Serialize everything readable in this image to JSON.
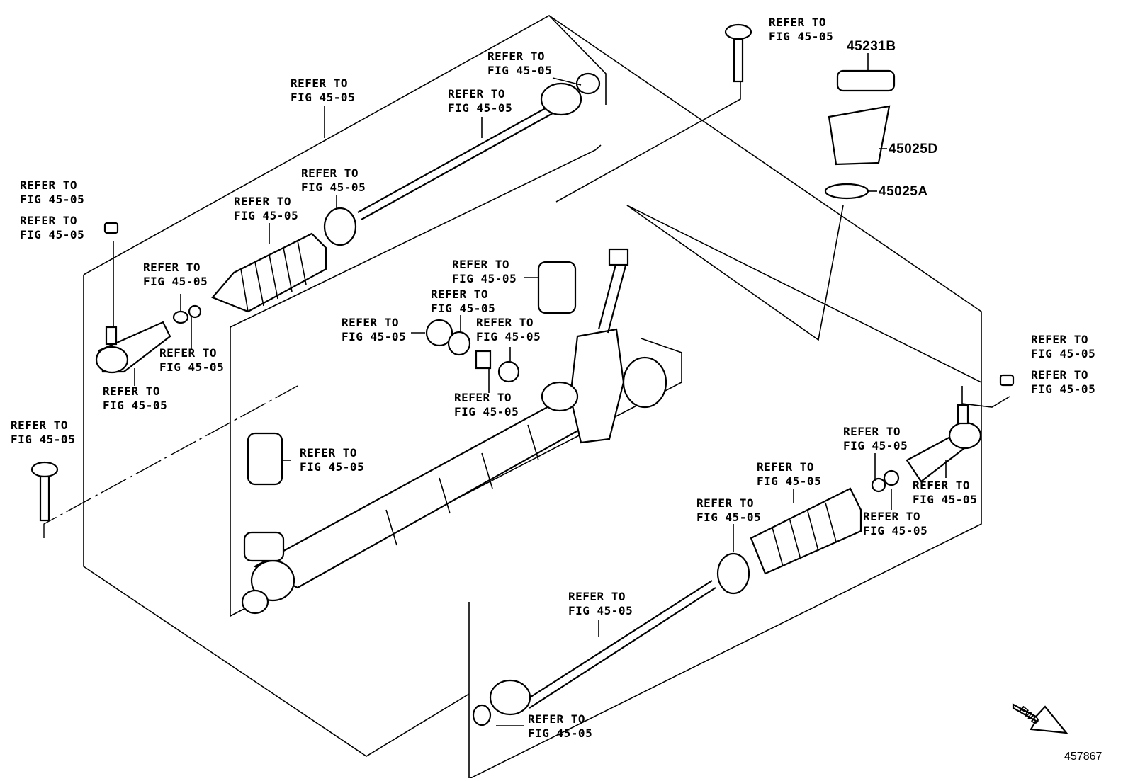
{
  "refer_label": {
    "line1": "REFER TO",
    "line2": "FIG 45-05"
  },
  "part_numbers": {
    "bushing_cap": "45231B",
    "boot": "45025D",
    "ring": "45025A"
  },
  "figure_number": "457867",
  "fwd_label": "FWD"
}
